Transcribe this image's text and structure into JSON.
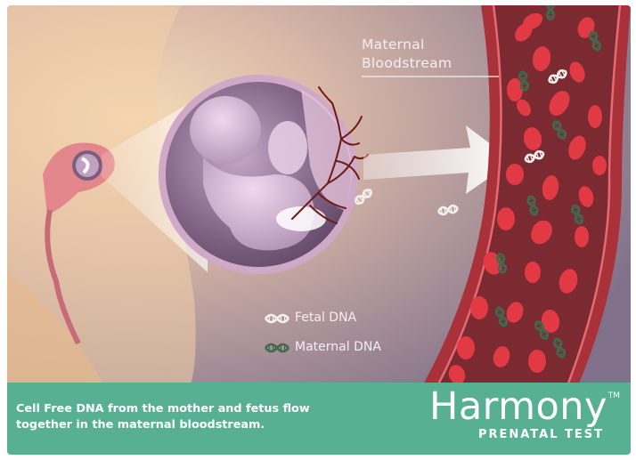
{
  "labels": {
    "bloodstream_line1": "Maternal",
    "bloodstream_line2": "Bloodstream",
    "fetal_dna": "Fetal DNA",
    "maternal_dna": "Maternal DNA"
  },
  "footer": {
    "caption_line1": "Cell Free DNA from the mother and fetus flow",
    "caption_line2": "together in the maternal bloodstream.",
    "brand": "Harmony",
    "trademark": "TM",
    "brand_subtitle": "PRENATAL TEST"
  },
  "colors": {
    "background_left": "#f3d8b5",
    "background_right": "#8e7a8d",
    "vessel_outer": "#a8313a",
    "vessel_inner": "#7a2a30",
    "red_cell": "#e23a44",
    "fetal_dna": "#f4f0ee",
    "maternal_dna": "#3f6a4f",
    "footer_bg": "#57b092",
    "womb": "#d9b5d6",
    "umbilical": "#6e1a15"
  },
  "icons": [
    "fetus-illustration",
    "blood-vessel",
    "arrow-right",
    "dna-helix-fetal",
    "dna-helix-maternal",
    "red-blood-cell"
  ]
}
